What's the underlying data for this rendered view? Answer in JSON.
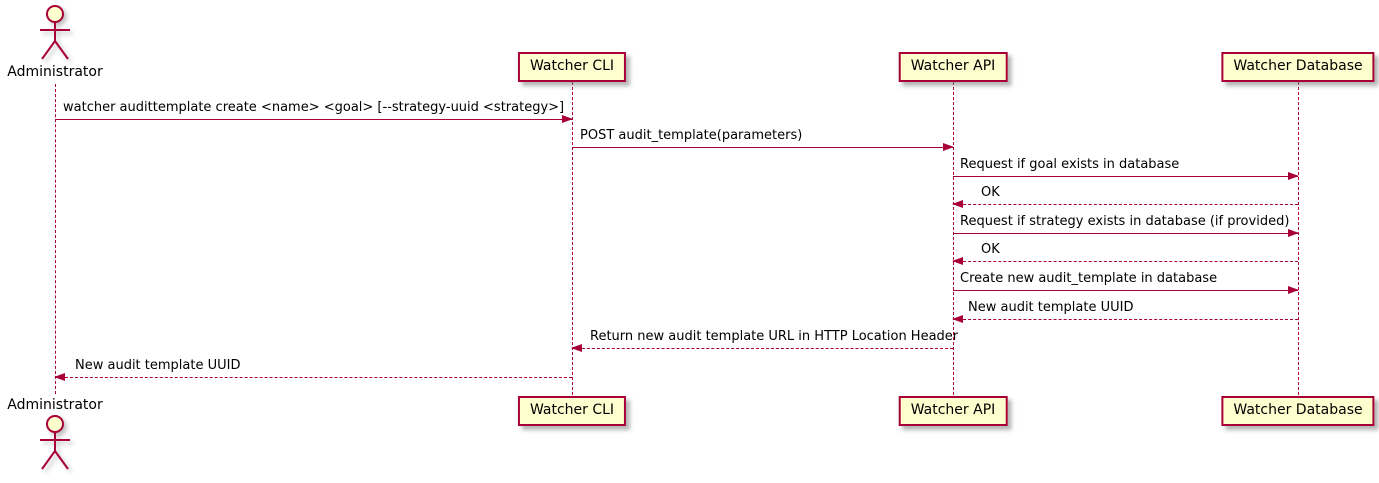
{
  "diagram": {
    "type": "sequence",
    "colors": {
      "participant_fill": "#FEFECE",
      "line_and_border": "#A80036",
      "text": "#000000",
      "background": "#FFFFFF"
    },
    "actor": {
      "name": "Administrator"
    },
    "participants": [
      {
        "label": "Watcher CLI"
      },
      {
        "label": "Watcher API"
      },
      {
        "label": "Watcher Database"
      }
    ],
    "messages": [
      {
        "text": "watcher audittemplate create <name> <goal> [--strategy-uuid <strategy>]",
        "from": "Administrator",
        "to": "Watcher CLI",
        "style": "solid"
      },
      {
        "text": "POST audit_template(parameters)",
        "from": "Watcher CLI",
        "to": "Watcher API",
        "style": "solid"
      },
      {
        "text": "Request if goal exists in database",
        "from": "Watcher API",
        "to": "Watcher Database",
        "style": "solid"
      },
      {
        "text": "OK",
        "from": "Watcher Database",
        "to": "Watcher API",
        "style": "dashed"
      },
      {
        "text": "Request if strategy exists in database (if provided)",
        "from": "Watcher API",
        "to": "Watcher Database",
        "style": "solid"
      },
      {
        "text": "OK",
        "from": "Watcher Database",
        "to": "Watcher API",
        "style": "dashed"
      },
      {
        "text": "Create new audit_template in database",
        "from": "Watcher API",
        "to": "Watcher Database",
        "style": "solid"
      },
      {
        "text": "New audit template UUID",
        "from": "Watcher Database",
        "to": "Watcher API",
        "style": "dashed"
      },
      {
        "text": "Return new audit template URL in HTTP Location Header",
        "from": "Watcher API",
        "to": "Watcher CLI",
        "style": "dashed"
      },
      {
        "text": "New audit template UUID",
        "from": "Watcher CLI",
        "to": "Administrator",
        "style": "dashed"
      }
    ]
  }
}
